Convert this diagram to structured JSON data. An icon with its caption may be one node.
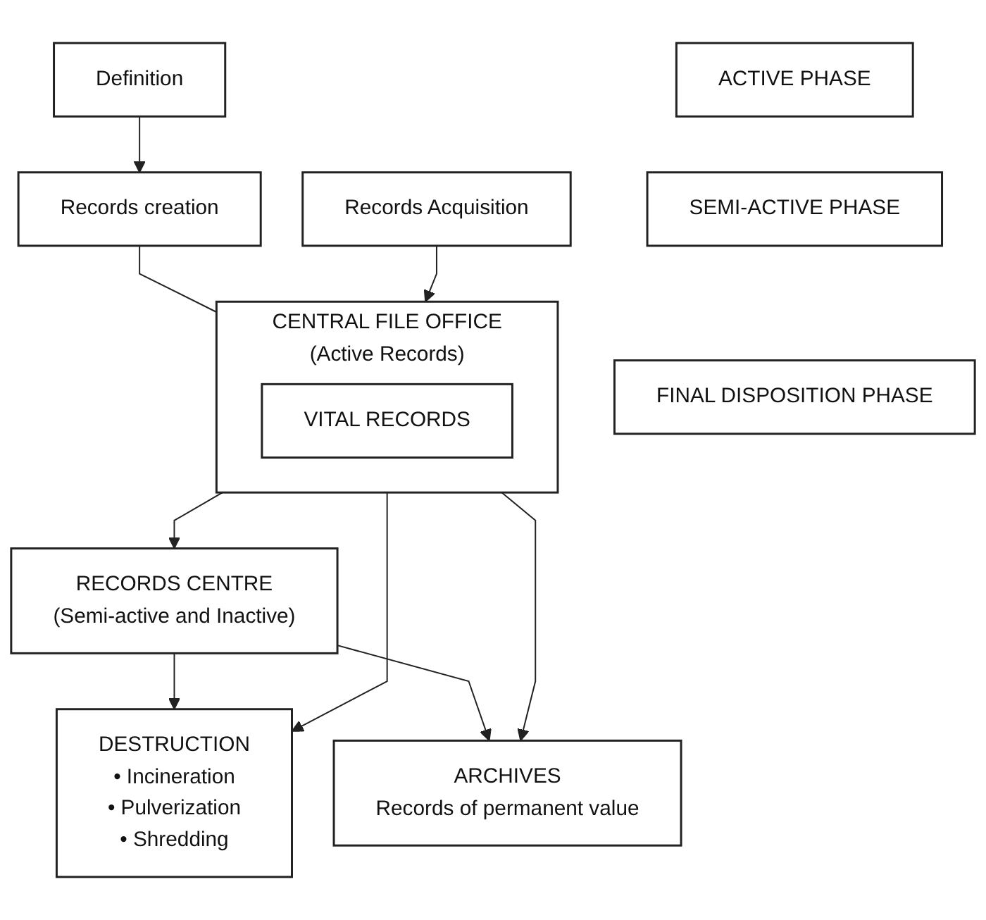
{
  "diagram": {
    "nodes": [
      {
        "text": [
          "Definition"
        ]
      },
      {
        "text": [
          "Records creation"
        ]
      },
      {
        "text": [
          "Records Acquisition"
        ]
      },
      {
        "text": [
          "ACTIVE PHASE"
        ]
      },
      {
        "text": [
          "CENTRAL FILE OFFICE",
          "(Active Records)"
        ]
      },
      {
        "text": [
          "VITAL RECORDS"
        ],
        "in": 4
      },
      {
        "text": [
          "SEMI-ACTIVE PHASE"
        ]
      },
      {
        "text": [
          "RECORDS CENTRE",
          "(Semi-active and Inactive)"
        ]
      },
      {
        "text": [
          "FINAL DISPOSITION PHASE"
        ]
      },
      {
        "text": [
          "DESTRUCTION",
          "• Incineration",
          "• Pulverization",
          "• Shredding"
        ]
      },
      {
        "text": [
          "ARCHIVES",
          "Records of permanent value"
        ]
      }
    ],
    "edges": [
      {
        "from": 0,
        "to": 1,
        "arrow": "to"
      },
      {
        "from": 1,
        "to": 4,
        "arrow": "none"
      },
      {
        "from": 2,
        "to": 4,
        "arrow": "to"
      },
      {
        "from": 4,
        "to": 7,
        "arrow": "to"
      },
      {
        "from": 4,
        "to": 10,
        "arrow": "to"
      },
      {
        "from": 4,
        "to": 9,
        "arrow": "to"
      },
      {
        "from": 7,
        "to": 9,
        "arrow": "to"
      },
      {
        "from": 7,
        "to": 10,
        "arrow": "to"
      }
    ]
  }
}
